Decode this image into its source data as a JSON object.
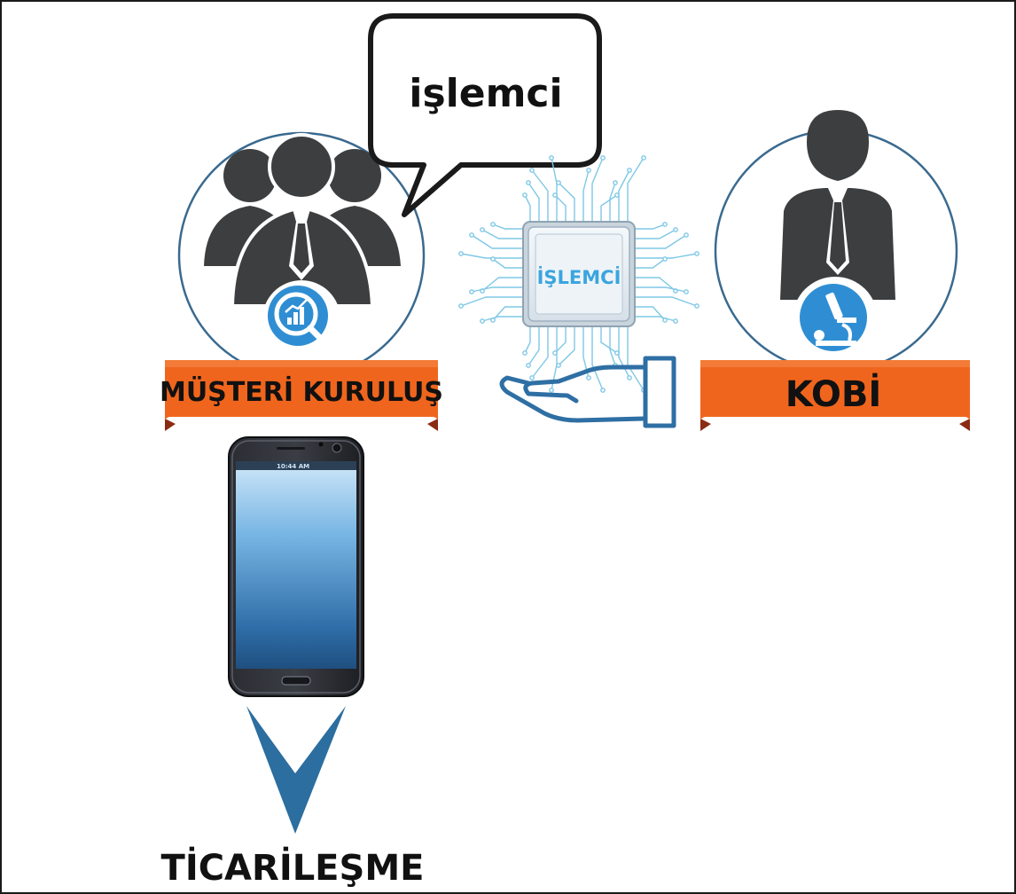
{
  "speech_bubble": {
    "text": "işlemci"
  },
  "chip": {
    "label": "İŞLEMCİ"
  },
  "ribbons": {
    "left": {
      "label": "MÜŞTERİ KURULUŞ"
    },
    "right": {
      "label": "KOBİ"
    }
  },
  "phone": {
    "status_time": "10:44 AM"
  },
  "bottom_label": "TİCARİLEŞME",
  "colors": {
    "orange": "#f0651d",
    "orange_dark": "#8a2b12",
    "person_gray": "#3d3e40",
    "icon_blue": "#2f8ed3",
    "circle_stroke": "#3a6a8f",
    "hand_stroke": "#2e6fa4",
    "circuit": "#7fc8e6",
    "arrow_blue": "#2b6e9f"
  },
  "icons": {
    "group": "people-group-icon",
    "analytics": "analytics-magnifier-icon",
    "single_person": "businessman-icon",
    "microscope": "microscope-icon",
    "hand": "open-hand-icon",
    "phone": "smartphone-icon",
    "arrow": "down-chevron-arrow-icon"
  }
}
